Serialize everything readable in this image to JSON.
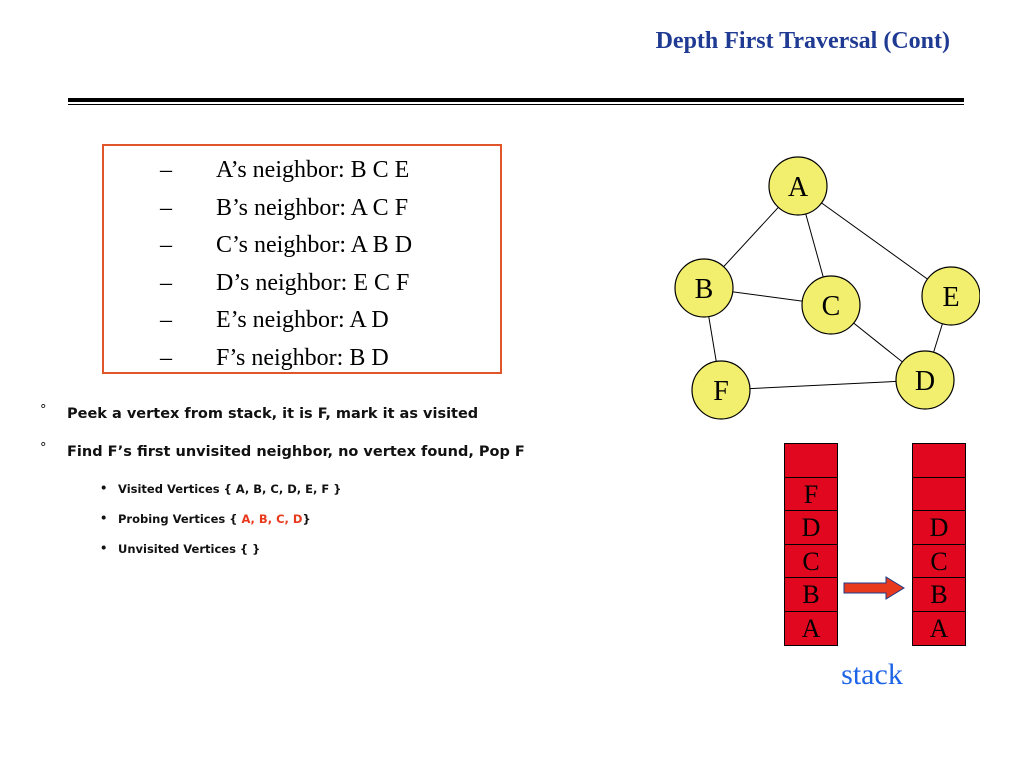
{
  "slide": {
    "title": "Depth First Traversal (Cont)"
  },
  "neighbors": [
    "A’s neighbor: B C E",
    "B’s neighbor: A C F",
    "C’s neighbor: A B D",
    "D’s neighbor: E C F",
    "E’s neighbor: A D",
    "F’s neighbor: B D"
  ],
  "list_markers": {
    "dash": "–",
    "degree": "°",
    "bullet": "•"
  },
  "steps": [
    "Peek a vertex from stack, it is F, mark it as visited",
    "Find F’s first unvisited neighbor, no vertex found, Pop F"
  ],
  "status": {
    "visited": "Visited Vertices  { A, B, C, D, E, F }",
    "probing_prefix": "Probing Vertices {",
    "probing_items": " A, B, C, D",
    "probing_suffix": "}",
    "unvisited": "Unvisited Vertices { }"
  },
  "graph": {
    "nodes": [
      "A",
      "B",
      "C",
      "D",
      "E",
      "F"
    ],
    "edges": [
      [
        "A",
        "B"
      ],
      [
        "A",
        "C"
      ],
      [
        "A",
        "E"
      ],
      [
        "B",
        "C"
      ],
      [
        "B",
        "F"
      ],
      [
        "C",
        "D"
      ],
      [
        "E",
        "D"
      ],
      [
        "F",
        "D"
      ]
    ],
    "node_fill": "#f2ee6e",
    "edge_color": "#000000"
  },
  "stacks": {
    "before": [
      "",
      "F",
      "D",
      "C",
      "B",
      "A"
    ],
    "after": [
      "",
      "",
      "D",
      "C",
      "B",
      "A"
    ],
    "cell_color": "#e0071f",
    "arrow_color": "#e8391c",
    "label": "stack"
  }
}
